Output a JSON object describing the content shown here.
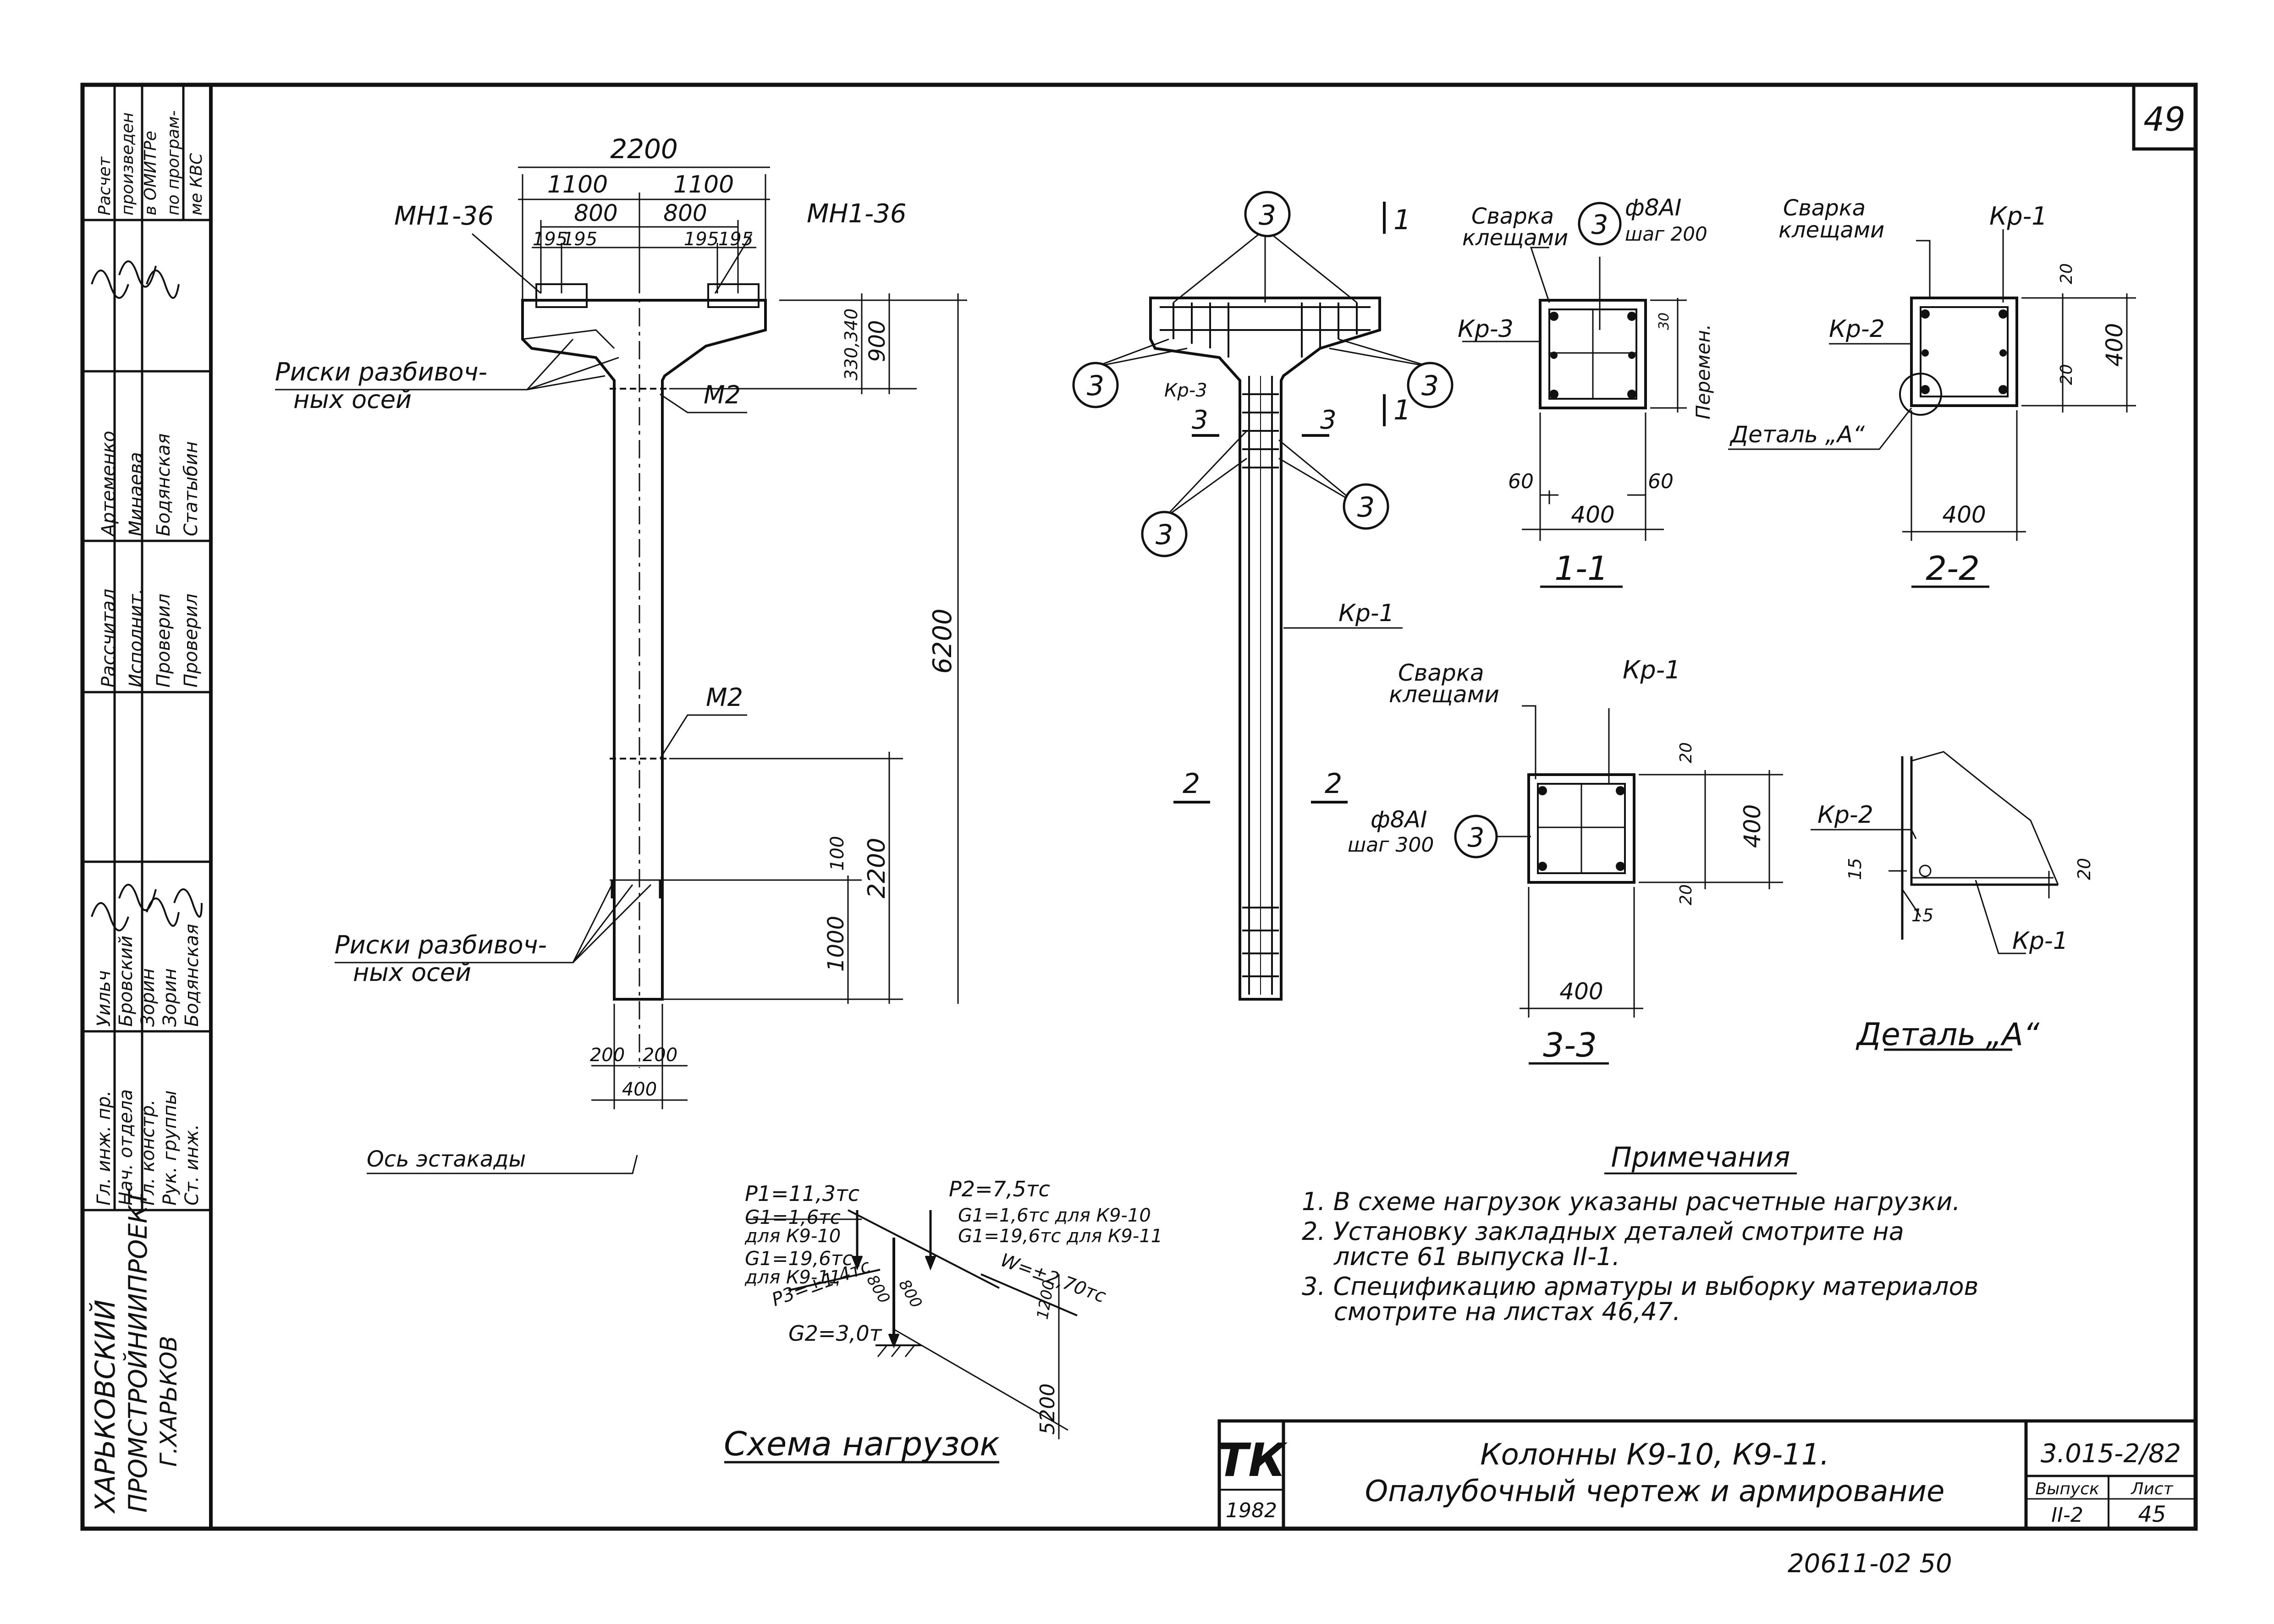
{
  "sheet_number": "49",
  "side_stamp": {
    "org_line1": "ХАРЬКОВСКИЙ",
    "org_line2": "ПРОМСТРОЙНИИПРОЕКТ",
    "org_line3": "Г.ХАРЬКОВ",
    "staff": [
      {
        "role": "Гл. инж. пр.",
        "name": "Уильч"
      },
      {
        "role": "Нач. отдела",
        "name": "Бровский"
      },
      {
        "role": "Гл. констр.",
        "name": "Зорин"
      },
      {
        "role": "Рук. группы",
        "name": "Зорин"
      },
      {
        "role": "Ст. инж.",
        "name": "Бодянская"
      }
    ],
    "calc": [
      {
        "role": "Рассчитал",
        "name": "Артеменко"
      },
      {
        "role": "Исполнит.",
        "name": "Минаева"
      },
      {
        "role": "Проверил",
        "name": "Бодянская"
      },
      {
        "role": "Проверил",
        "name": "Статыбин"
      }
    ],
    "note_lines": [
      "Расчет",
      "произведен",
      "в ОМИТРе",
      "по програм-",
      "ме КВС"
    ]
  },
  "elevation": {
    "dim_2200": "2200",
    "dim_1100_left": "1100",
    "dim_1100_right": "1100",
    "dim_800_left": "800",
    "dim_800_right": "800",
    "dim_195_1": "195",
    "dim_195_2": "195",
    "dim_195_3": "195",
    "dim_195_4": "195",
    "mark_left": "МН1-36",
    "mark_right": "МН1-36",
    "risk_top_line1": "Риски разбивоч-",
    "risk_top_line2": "ных осей",
    "risk_bot_line1": "Риски разбивоч-",
    "risk_bot_line2": "ных осей",
    "m2_top": "М2",
    "m2_mid": "М2",
    "dim_330_340": "330,340",
    "dim_900": "900",
    "dim_6200": "6200",
    "dim_2200_v": "2200",
    "dim_100": "100",
    "dim_1000": "1000",
    "dim_200_l": "200",
    "dim_200_r": "200",
    "dim_400": "400",
    "axis_label": "Ось эстакады"
  },
  "rebar": {
    "pos3": "3",
    "kr3": "Кр-3",
    "kr1": "Кр-1",
    "sec_3": "3",
    "sec_2": "2",
    "sec_1": "1"
  },
  "sec11": {
    "weld_line1": "Сварка",
    "weld_line2": "клещами",
    "bar_line1": "ф8АI",
    "bar_line2": "шаг 200",
    "kr3": "Кр-3",
    "perem": "Перемен.",
    "d30": "30",
    "d60l": "60",
    "d60r": "60",
    "d400": "400",
    "title": "1-1"
  },
  "sec22": {
    "weld_line1": "Сварка",
    "weld_line2": "клещами",
    "kr1": "Кр-1",
    "kr2": "Кр-2",
    "d20t": "20",
    "d20b": "20",
    "d400v": "400",
    "d400h": "400",
    "detail_ref": "Деталь „А“",
    "title": "2-2"
  },
  "sec33": {
    "weld_line1": "Сварка",
    "weld_line2": "клещами",
    "kr1": "Кр-1",
    "bar_line1": "ф8АI",
    "bar_line2": "шаг 300",
    "d20t": "20",
    "d20b": "20",
    "d400v": "400",
    "d400h": "400",
    "title": "3-3"
  },
  "detailA": {
    "kr2": "Кр-2",
    "kr1": "Кр-1",
    "d15a": "15",
    "d15b": "15",
    "d20": "20",
    "title": "Деталь „А“"
  },
  "loads": {
    "p1": "P1=11,3тс",
    "g1a": "G1=1,6тс",
    "g1a_for": "для К9-10",
    "g1b": "G1=19,6тс",
    "g1b_for": "для К9-11",
    "p2": "P2=7,5тс",
    "g1c": "G1=1,6тс для К9-10",
    "g1d": "G1=19,6тс для К9-11",
    "w": "W=±2,70тс",
    "p3": "P3=±1,4тс",
    "d800a": "800",
    "d800b": "800",
    "d1200": "1200",
    "g2": "G2=3,0т",
    "d5200": "5200",
    "title": "Схема нагрузок"
  },
  "notes": {
    "heading": "Примечания",
    "items": [
      "1. В схеме нагрузок указаны расчетные нагрузки.",
      "2. Установку закладных деталей смотрите на",
      "листе 61 выпуска II-1.",
      "3. Спецификацию арматуры и выборку материалов",
      "смотрите на листах 46,47."
    ]
  },
  "title_block": {
    "logo": "ТК",
    "year": "1982",
    "title_line1": "Колонны К9-10, К9-11.",
    "title_line2": "Опалубочный чертеж и армирование",
    "code": "3.015-2/82",
    "issue_label": "Выпуск",
    "issue": "II-2",
    "sheet_label": "Лист",
    "sheet": "45"
  },
  "archive_number": "20611-02   50"
}
